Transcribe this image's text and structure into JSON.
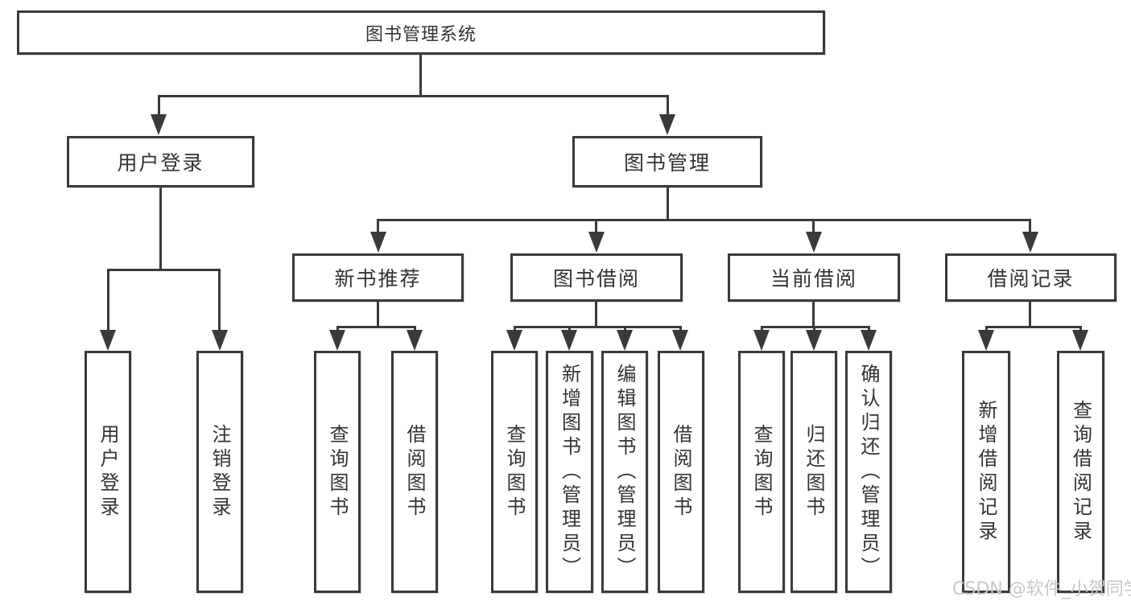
{
  "diagram": {
    "root_label": "图书管理系统",
    "level1": [
      {
        "label": "用户登录"
      },
      {
        "label": "图书管理"
      }
    ],
    "level2": [
      {
        "label": "新书推荐"
      },
      {
        "label": "图书借阅"
      },
      {
        "label": "当前借阅"
      },
      {
        "label": "借阅记录"
      }
    ],
    "leaves": {
      "user_login": [
        {
          "label": "用户登录"
        },
        {
          "label": "注销登录"
        }
      ],
      "new_book": [
        {
          "label": "查询图书"
        },
        {
          "label": "借阅图书"
        }
      ],
      "borrow": [
        {
          "label": "查询图书"
        },
        {
          "label": "新增图书（管理员）"
        },
        {
          "label": "编辑图书（管理员）"
        },
        {
          "label": "借阅图书"
        }
      ],
      "current": [
        {
          "label": "查询图书"
        },
        {
          "label": "归还图书"
        },
        {
          "label": "确认归还（管理员）"
        }
      ],
      "records": [
        {
          "label": "新增借阅记录"
        },
        {
          "label": "查询借阅记录"
        }
      ]
    },
    "watermark": "CSDN @软件_小贺同学",
    "colors": {
      "line": "#3a3a3a",
      "border": "#3a3a3a",
      "text": "#333333",
      "watermark": "#c5c8cc",
      "background": "#ffffff"
    }
  }
}
